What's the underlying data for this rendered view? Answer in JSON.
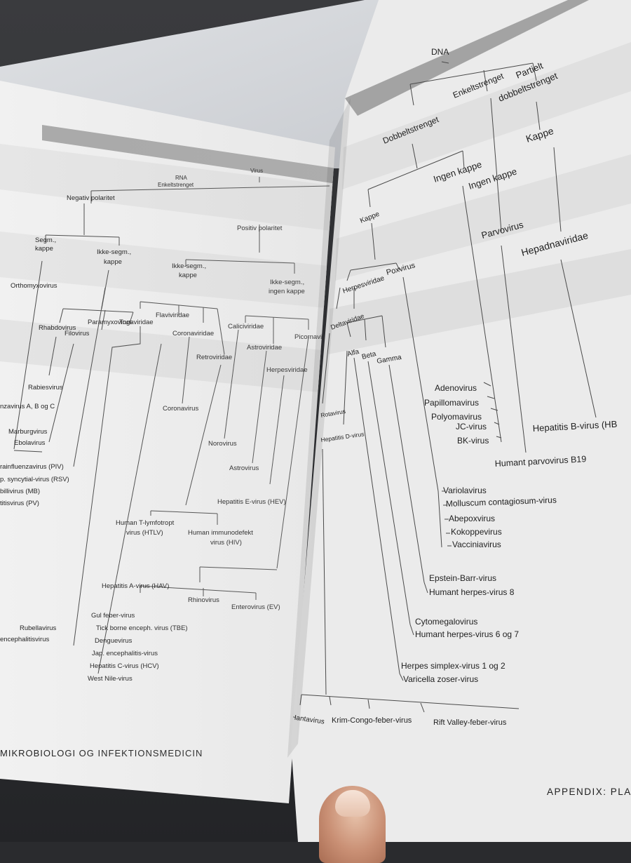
{
  "left_page": {
    "tree": {
      "root": "Virus",
      "rna": "RNA",
      "rna_sub": "Enkeltstrenget",
      "negative": "Negativ polaritet",
      "positive": "Positiv polaritet",
      "segm": "Segm.,",
      "segm_sub": "kappe",
      "ikke_segm_kappe_neg": "Ikke-segm.,",
      "ikke_segm_kappe_neg_sub": "kappe",
      "ikke_segm_kappe_pos": "Ikke-segm.,",
      "ikke_segm_kappe_pos_sub": "kappe",
      "ikke_segm_ingen": "Ikke-segm.,",
      "ikke_segm_ingen_sub": "ingen kappe",
      "orthomyxovirus": "Orthomyxovirus",
      "rhabdovirus": "Rhabdovirus",
      "paramyxovirus": "Paramyxovirus",
      "filovirus": "Filovirus",
      "togaviridae": "Togaviridae",
      "flaviviridae": "Flaviviridae",
      "coronaviridae": "Coronaviridae",
      "retroviridae": "Retroviridae",
      "caliciviridae": "Caliciviridae",
      "astroviridae": "Astroviridae",
      "herpesviridae": "Herpesviridae",
      "picornaviridae": "Picornavi",
      "rabiesvirus": "Rabiesvirus",
      "influenza": "nzavirus A, B og C",
      "marburg": "Marburgvirus",
      "ebola": "Ebolavirus",
      "coronavirus": "Coronavirus",
      "norovirus": "Norovirus",
      "astrovirus": "Astrovirus",
      "hev": "Hepatitis E-virus (HEV)",
      "piv": "rainfluenzavirus (PIV)",
      "rsv": "p. syncytial-virus (RSV)",
      "mb": "billivirus (MB)",
      "pv": "titisvirus (PV)",
      "htlv_1": "Human T-lymfotropt",
      "htlv_2": "virus (HTLV)",
      "hiv_1": "Human immunodefekt",
      "hiv_2": "virus (HIV)",
      "hav": "Hepatitis A-virus (HAV)",
      "rhinovirus": "Rhinovirus",
      "enterovirus": "Enterovirus (EV)",
      "rubella": "Rubellavirus",
      "encephalitis": "encephalitisvirus",
      "gul_feber": "Gul feber-virus",
      "tbe": "Tick borne enceph. virus (TBE)",
      "dengue": "Denguevirus",
      "jap": "Jap. encephalitis-virus",
      "hcv": "Hepatitis C-virus (HCV)",
      "west_nile": "West Nile-virus"
    },
    "footer": "MIKROBIOLOGI OG INFEKTIONSMEDICIN"
  },
  "right_page": {
    "tree": {
      "dna": "DNA",
      "dobbelt": "Dobbeltstrenget",
      "enkelt": "Enkeltstrenget",
      "partielt_1": "Partielt",
      "partielt_2": "dobbeltstrenget",
      "kappe_top": "Kappe",
      "ingen_kappe_1": "Ingen kappe",
      "ingen_kappe_2": "Ingen kappe",
      "kappe": "Kappe",
      "parvovirus": "Parvovirus",
      "hepadnaviridae": "Hepadnaviridae",
      "herpesviridae": "Herpesviridae",
      "poxvirus": "Poxvirus",
      "deltaviridae": "Deltaviridae",
      "alfa": "Alfa",
      "beta": "Beta",
      "gamma": "Gamma",
      "adenovirus": "Adenovirus",
      "papillomavirus": "Papillomavirus",
      "polyomavirus": "Polyomavirus",
      "jc": "JC-virus",
      "bk": "BK-virus",
      "hbv": "Hepatitis B-virus (HB",
      "parvo_b19": "Humant parvovirus B19",
      "rotavirus": "Rotavirus",
      "hdv": "Hepatitis D-virus",
      "variola": "Variolavirus",
      "molluscum": "Molluscum contagiosum-virus",
      "abepox": "Abepoxvirus",
      "kokopp": "Kokoppevirus",
      "vaccinia": "Vacciniavirus",
      "ebv": "Epstein-Barr-virus",
      "hhv8": "Humant herpes-virus 8",
      "cmv": "Cytomegalovirus",
      "hhv67": "Humant herpes-virus 6 og 7",
      "hsv": "Herpes simplex-virus 1 og 2",
      "vzv": "Varicella zoser-virus",
      "hanta": "Hantavirus",
      "krim": "Krim-Congo-feber-virus",
      "rift": "Rift Valley-feber-virus"
    },
    "footer": "APPENDIX: PLA"
  },
  "colors": {
    "footer_blue": "#2b5aa8",
    "header_bar": "#a9a9a9"
  }
}
